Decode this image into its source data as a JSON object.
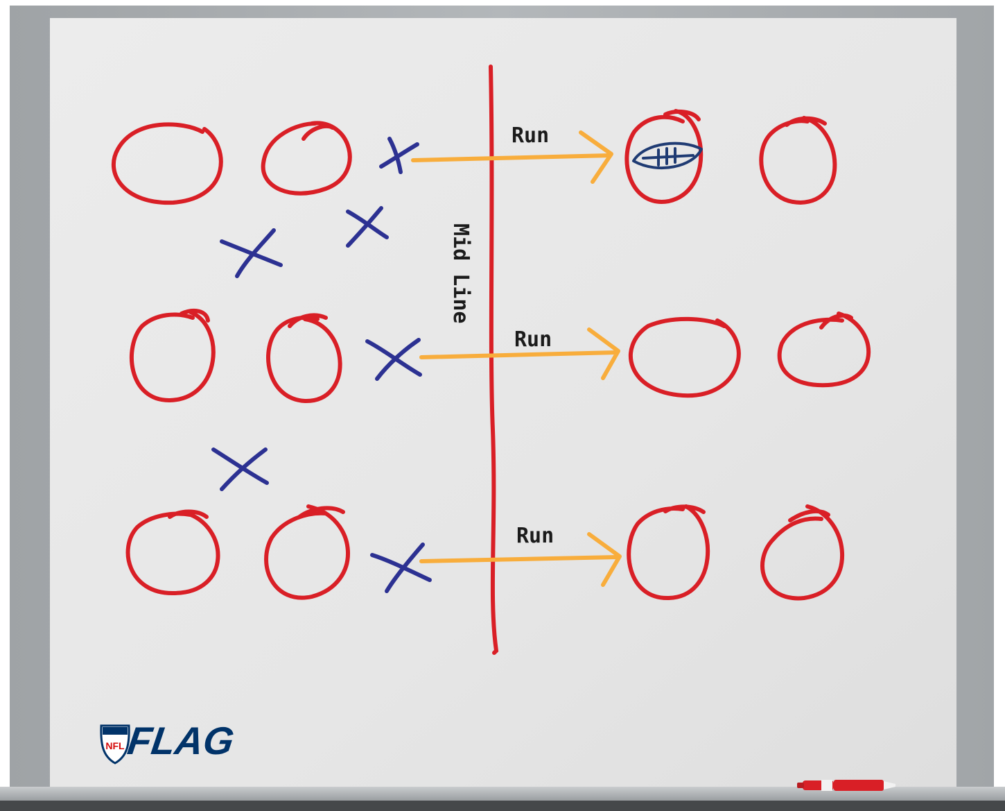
{
  "board": {
    "frame_color": "#a9adb0",
    "surface_color": "#e8e8e8",
    "tray_color": "#b7bbbe",
    "shadow_color": "#3f4244"
  },
  "diagram": {
    "midline_label": "Mid Line",
    "run_labels": [
      "Run",
      "Run",
      "Run"
    ],
    "colors": {
      "circle": "#d91f26",
      "cross": "#2c3192",
      "arrow": "#f8ad3c",
      "midline": "#d91f26",
      "football": "#1f3b73"
    }
  },
  "logo": {
    "shield_text": "NFL",
    "word": "FLAG",
    "colors": {
      "primary": "#013369",
      "accent": "#d50a0a"
    }
  },
  "marker": {
    "icon": "marker-icon",
    "color": "#d91f26"
  }
}
